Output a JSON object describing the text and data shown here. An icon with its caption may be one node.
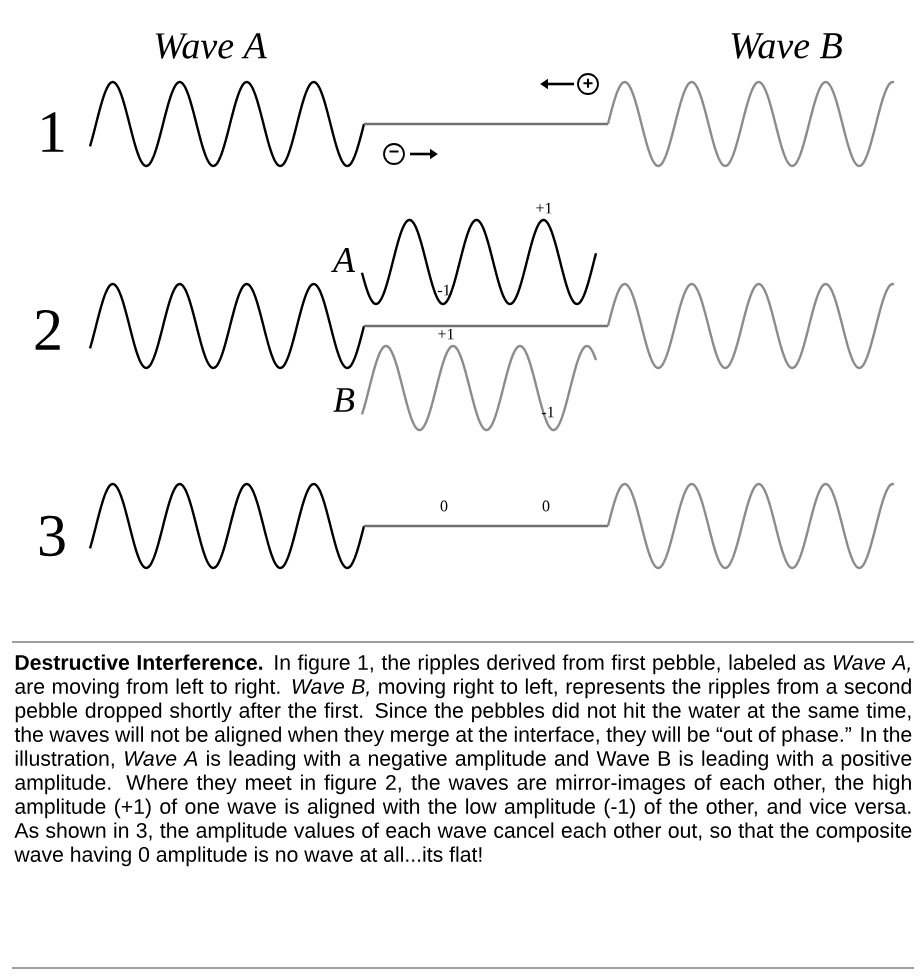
{
  "diagram": {
    "labels": [
      "Wave A",
      "Wave B",
      "1",
      "+",
      "−",
      "+1",
      "A",
      "-1",
      "2",
      "+1",
      "B",
      "-1",
      "3",
      "0",
      "0"
    ],
    "caption": "**Destructive Interference.** In figure 1, the ripples derived from first pebble, labeled as *Wave A,* are moving from left to right. *Wave B,* moving right to left, represents the ripples from a second pebble dropped shortly after the first. Since the pebbles did not hit the water at the same time, the waves will not be aligned when they merge at the interface, they will be “out of phase.” In the illustration, *Wave A* is leading with a negative amplitude and Wave B is leading with a positive amplitude. Where they meet in figure 2, the waves are mirror-images of each other, the high amplitude (+1) of one wave is aligned with the low amplitude (-1) of the other, and vice versa. As shown in 3, the amplitude values of each wave cancel each other out, so that the composite wave having 0 amplitude is no wave at all...its flat!"
  }
}
